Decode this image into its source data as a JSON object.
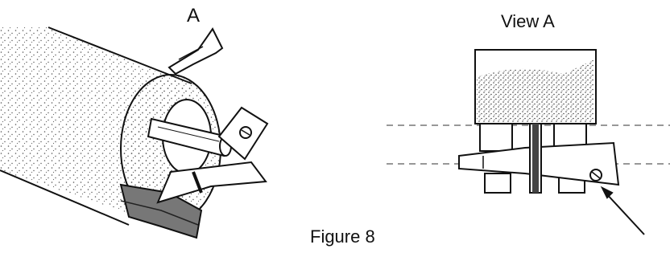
{
  "labels": {
    "view_arrow": "A",
    "view_title": "View A",
    "caption": "Figure 8"
  },
  "colors": {
    "ink": "#111111",
    "stipple": "#555555",
    "background": "#ffffff"
  }
}
